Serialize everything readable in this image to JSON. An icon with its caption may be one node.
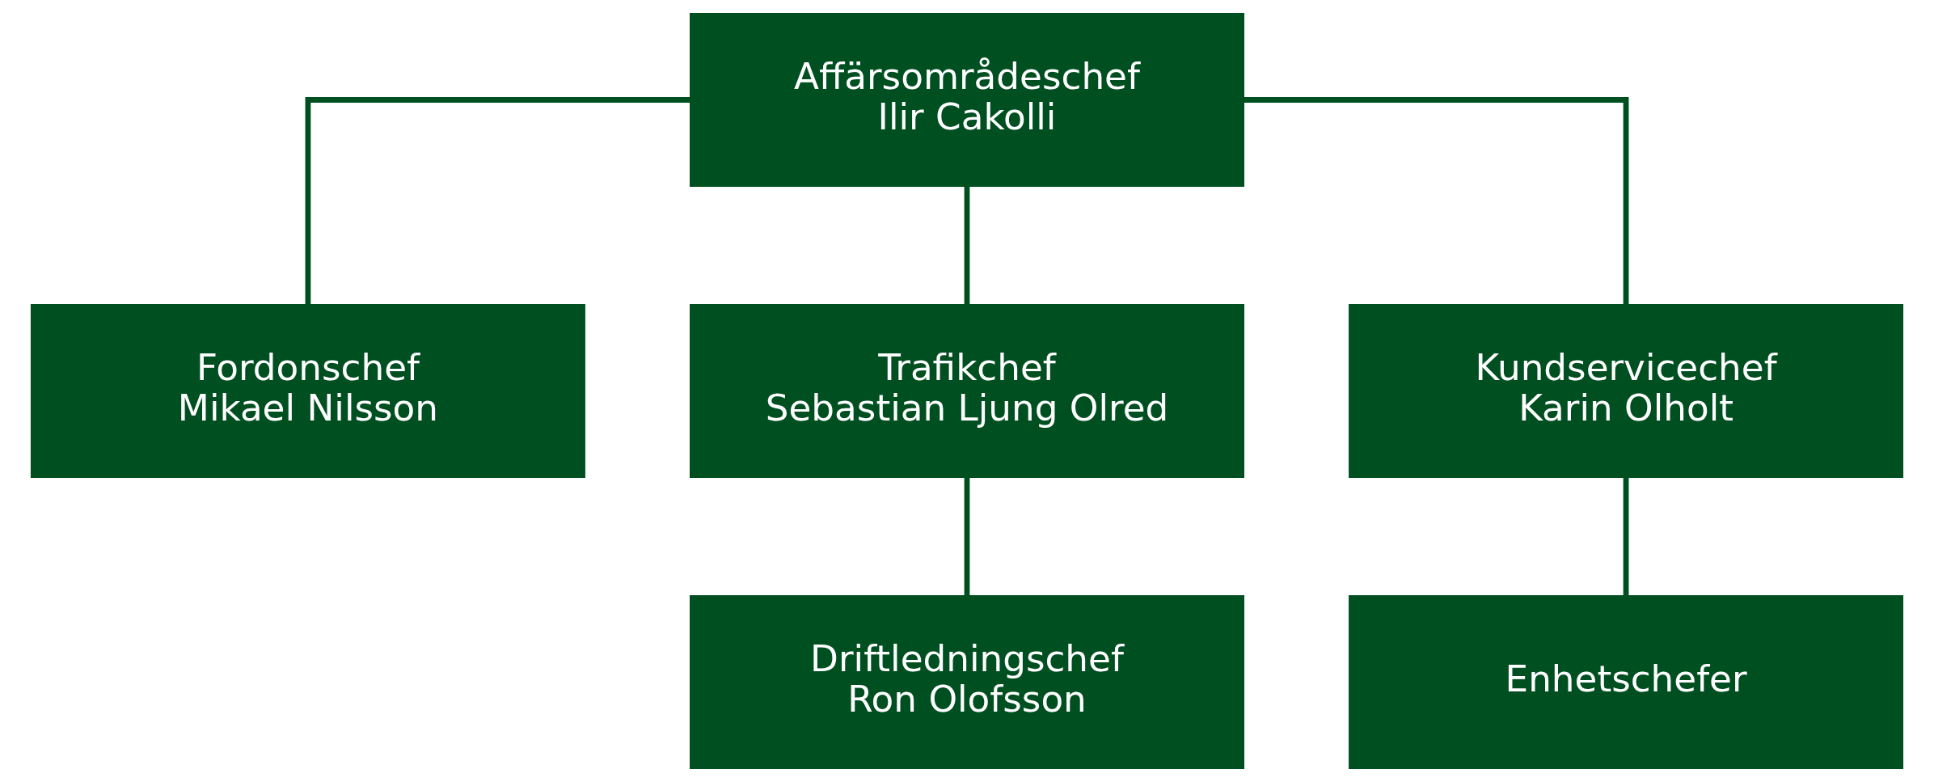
{
  "diagram": {
    "nodes": [
      {
        "text": [
          "Affärsområdeschef",
          "Ilir Cakolli"
        ]
      },
      {
        "text": [
          "Fordonschef",
          "Mikael Nilsson"
        ]
      },
      {
        "text": [
          "Trafikchef",
          "Sebastian Ljung Olred"
        ]
      },
      {
        "text": [
          "Kundservicechef",
          "Karin Olholt"
        ]
      },
      {
        "text": [
          "Driftledningschef",
          "Ron Olofsson"
        ]
      },
      {
        "text": [
          "Enhetschefer"
        ]
      }
    ],
    "edges": [
      {
        "from": 0,
        "to": 1,
        "arrow": "none"
      },
      {
        "from": 0,
        "to": 2,
        "arrow": "none"
      },
      {
        "from": 0,
        "to": 3,
        "arrow": "none"
      },
      {
        "from": 2,
        "to": 4,
        "arrow": "none"
      },
      {
        "from": 3,
        "to": 5,
        "arrow": "none"
      }
    ]
  }
}
